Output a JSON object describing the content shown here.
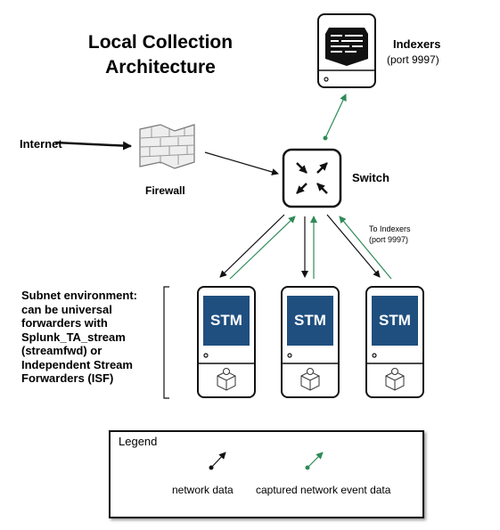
{
  "title": {
    "line1": "Local Collection",
    "line2": "Architecture"
  },
  "indexers": {
    "label": "Indexers",
    "port": "(port 9997)"
  },
  "internet": {
    "label": "Internet"
  },
  "firewall": {
    "label": "Firewall"
  },
  "switch": {
    "label": "Switch"
  },
  "to_indexers": {
    "line1": "To Indexers",
    "line2": "(port 9997)"
  },
  "subnet": {
    "lines": [
      "Subnet environment:",
      "can be universal",
      "forwarders with",
      "Splunk_TA_stream",
      "(streamfwd) or",
      "Independent Stream",
      "Forwarders (ISF)"
    ]
  },
  "stm_label": "STM",
  "legend": {
    "title": "Legend",
    "network_data": "network data",
    "captured_data": "captured network event data"
  },
  "colors": {
    "network_data": "#111111",
    "captured_data": "#2e8b57",
    "stm_panel": "#1f4f7f"
  },
  "icons": [
    "server-icon",
    "firewall-icon",
    "switch-icon",
    "stm-server-icon",
    "package-gear-icon"
  ]
}
